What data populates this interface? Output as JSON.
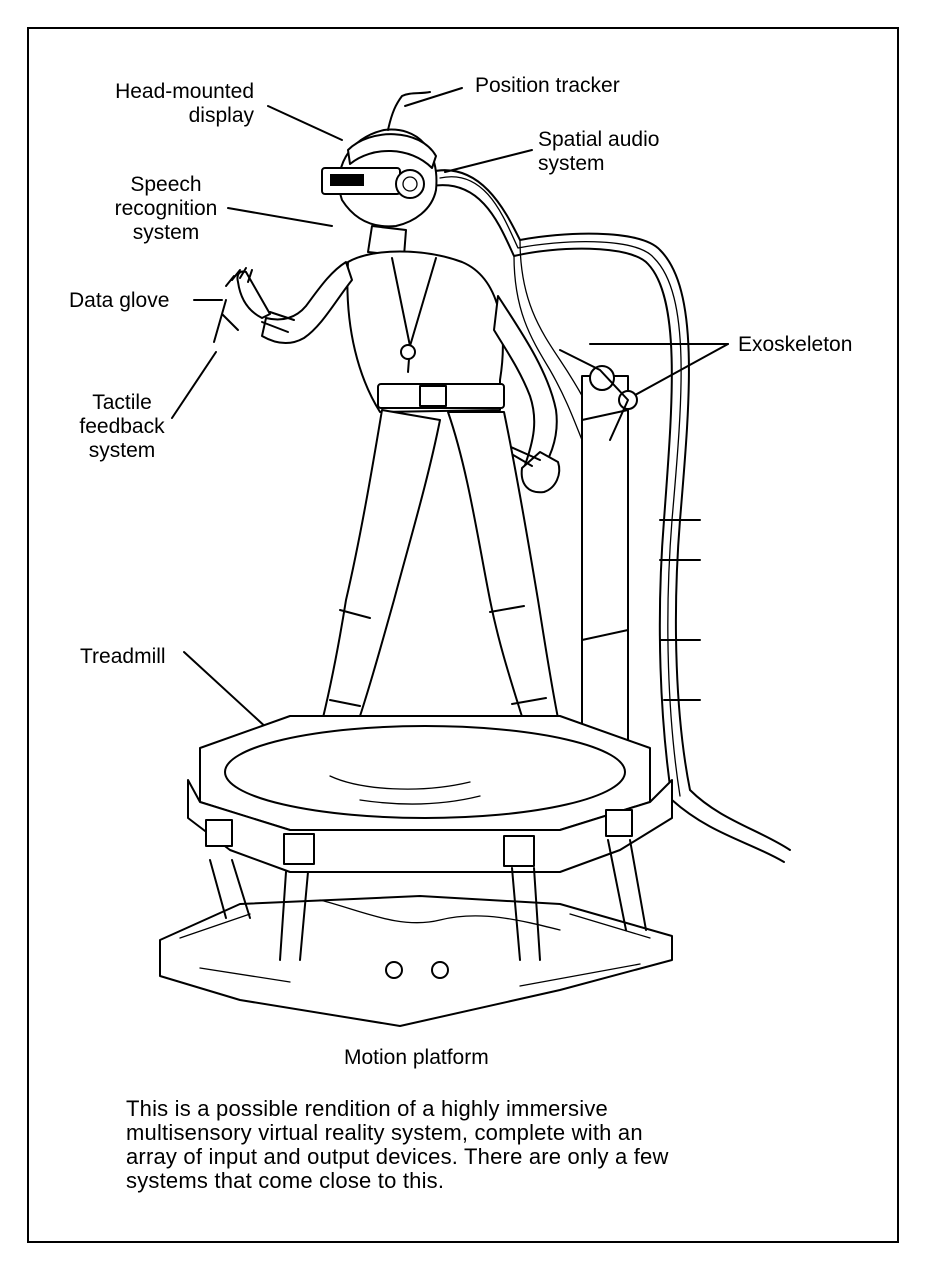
{
  "labels": {
    "head_mounted_display": [
      "Head-mounted",
      "display"
    ],
    "position_tracker": "Position tracker",
    "spatial_audio_system": [
      "Spatial audio",
      "system"
    ],
    "speech_recognition_system": [
      "Speech",
      "recognition",
      "system"
    ],
    "data_glove": "Data glove",
    "tactile_feedback_system": [
      "Tactile",
      "feedback",
      "system"
    ],
    "exoskeleton": "Exoskeleton",
    "treadmill": "Treadmill",
    "motion_platform": "Motion platform"
  },
  "caption": [
    "This is a possible rendition of a highly immersive",
    "multisensory virtual reality system, complete with an",
    "array of input and output devices. There are only a few",
    "systems that come close to this."
  ]
}
